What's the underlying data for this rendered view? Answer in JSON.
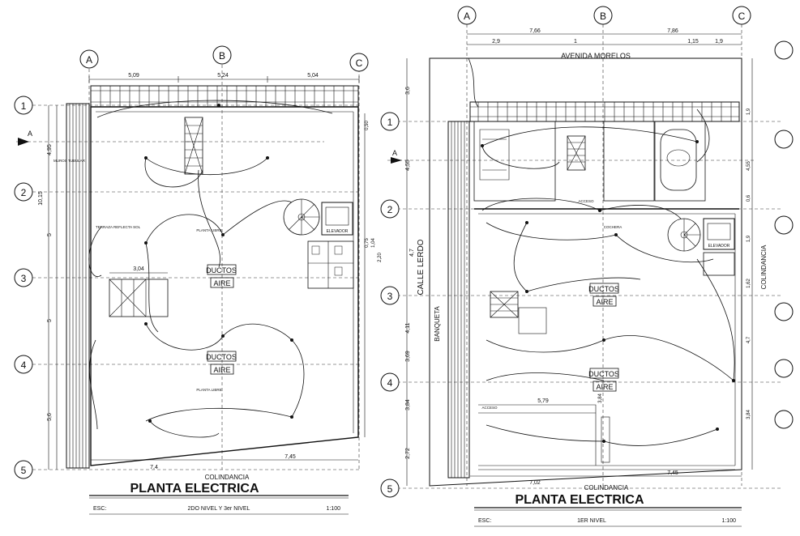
{
  "left_plan": {
    "title": "PLANTA ELECTRICA",
    "boundary_label": "COLINDANCIA",
    "scale_label": "ESC:",
    "level": "2DO NIVEL  Y 3er NIVEL",
    "scale": "1:100",
    "axes_cols": [
      "A",
      "B",
      "C"
    ],
    "axes_rows": [
      "1",
      "2",
      "3",
      "4",
      "5"
    ],
    "dims_top": [
      "5,09",
      "5,24",
      "5,04"
    ],
    "dims_bottom": [
      "7,4",
      "7,45"
    ],
    "dims_left": [
      "4,95",
      "5",
      "5",
      "5,6"
    ],
    "dims_left_total": "10,15",
    "dim_stair": "3,04",
    "dims_right": [
      "0,50",
      "0,75",
      "1,04",
      "2,20"
    ],
    "section_marker": "A",
    "rooms": [
      "DUCTOS",
      "AIRE",
      "DUCTOS",
      "AIRE"
    ],
    "labels": [
      "PLANTA LIBRE",
      "PLANTA LIBRE",
      "ELEVADOR",
      "TERRAZA REFLECTA SOL",
      "MUROS TUBULAR"
    ]
  },
  "right_plan": {
    "title": "PLANTA ELECTRICA",
    "boundary_label": "COLINDANCIA",
    "scale_label": "ESC:",
    "level": "1ER NIVEL",
    "scale": "1:100",
    "street_top": "AVENIDA MORELOS",
    "street_left": "CALLE LERDO",
    "sidewalk": "BANQUETA",
    "right_boundary": "COLINDANCIA",
    "axes_cols": [
      "A",
      "B",
      "C"
    ],
    "axes_rows": [
      "1",
      "2",
      "3",
      "4",
      "5"
    ],
    "dims_top": [
      "7,66",
      "7,86"
    ],
    "dims_top_sub": [
      "2,9",
      "1",
      "1,15",
      "1,9"
    ],
    "dims_bottom": [
      "7,02",
      "7,45"
    ],
    "dims_left": [
      "3,6",
      "4,55",
      "4,7",
      "4,11",
      "3,69",
      "3,84",
      "2,72"
    ],
    "dims_right": [
      "1,9",
      "4,55",
      "0,6",
      "1,9",
      "1,62",
      "4,7",
      "3,84"
    ],
    "dim_ramp": "5,79",
    "dim_mid": "3,84",
    "section_marker": "A",
    "rooms": [
      "DUCTOS",
      "AIRE",
      "DUCTOS",
      "AIRE"
    ],
    "labels": [
      "ELEVADOR",
      "ACCESO",
      "ACCESO",
      "COCHERA"
    ]
  }
}
